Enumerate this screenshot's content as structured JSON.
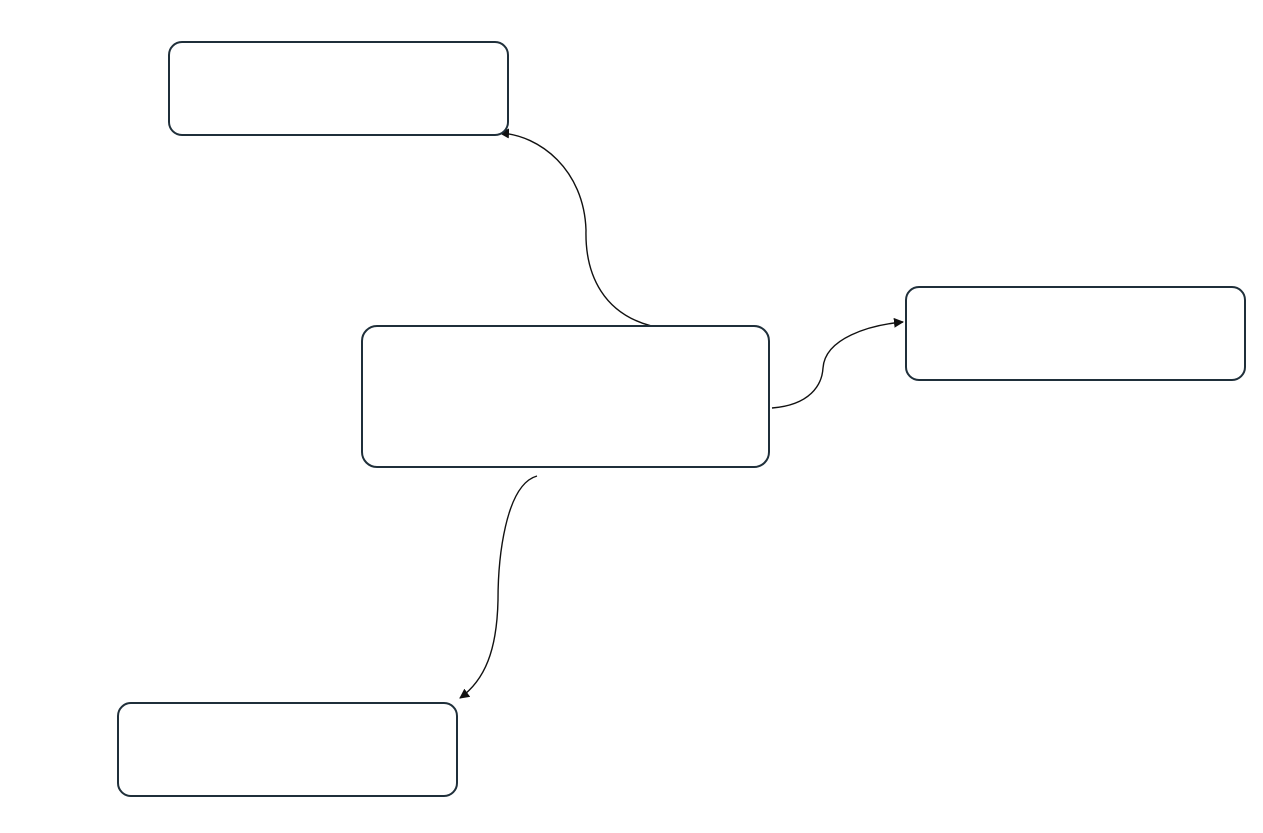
{
  "diagram": {
    "type": "mind-map",
    "colors": {
      "node_border": "#1f2f3a",
      "connector": "#111111",
      "background": "#ffffff"
    },
    "nodes": [
      {
        "id": "center",
        "label": ""
      },
      {
        "id": "top_left",
        "label": ""
      },
      {
        "id": "right",
        "label": ""
      },
      {
        "id": "bottom_left",
        "label": ""
      }
    ],
    "edges": [
      {
        "from": "center",
        "to": "top_left",
        "arrow": "end"
      },
      {
        "from": "center",
        "to": "right",
        "arrow": "end"
      },
      {
        "from": "center",
        "to": "bottom_left",
        "arrow": "end"
      }
    ]
  }
}
